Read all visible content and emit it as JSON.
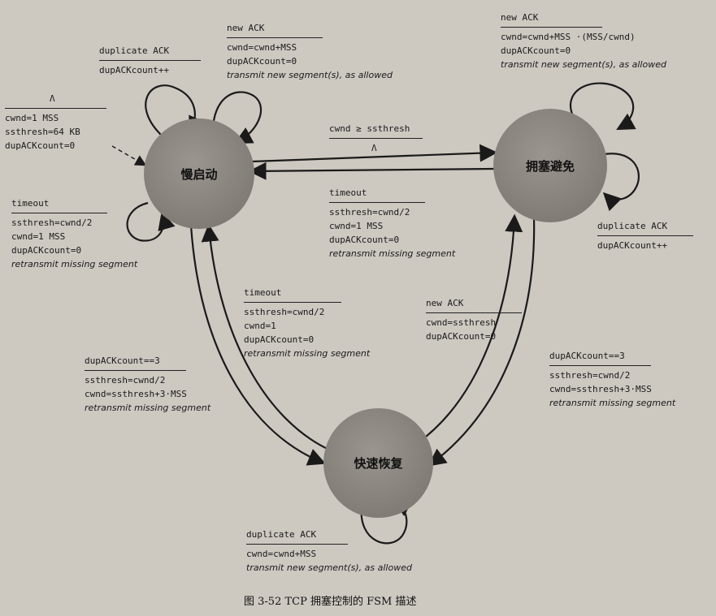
{
  "states": {
    "slow_start": "慢启动",
    "congestion_avoidance": "拥塞避免",
    "fast_recovery": "快速恢复"
  },
  "initial": {
    "event": "Λ",
    "actions": [
      "cwnd=1 MSS",
      "ssthresh=64 KB",
      "dupACKcount=0"
    ]
  },
  "ss_dup_ack": {
    "event": "duplicate ACK",
    "actions": [
      "dupACKcount++"
    ]
  },
  "ss_new_ack": {
    "event": "new ACK",
    "actions": [
      "cwnd=cwnd+MSS",
      "dupACKcount=0"
    ],
    "note": "transmit new segment(s), as allowed"
  },
  "ss_timeout": {
    "event": "timeout",
    "actions": [
      "ssthresh=cwnd/2",
      "cwnd=1 MSS",
      "dupACKcount=0"
    ],
    "note": "retransmit missing segment"
  },
  "ss_to_ca": {
    "event": "cwnd ≥ ssthresh",
    "action": "Λ"
  },
  "ca_to_ss_timeout": {
    "event": "timeout",
    "actions": [
      "ssthresh=cwnd/2",
      "cwnd=1 MSS",
      "dupACKcount=0"
    ],
    "note": "retransmit missing segment"
  },
  "ca_new_ack": {
    "event": "new ACK",
    "actions": [
      "cwnd=cwnd+MSS ·(MSS/cwnd)",
      "dupACKcount=0"
    ],
    "note": "transmit new segment(s), as allowed"
  },
  "ca_dup_ack": {
    "event": "duplicate ACK",
    "actions": [
      "dupACKcount++"
    ]
  },
  "fr_to_ss_timeout": {
    "event": "timeout",
    "actions": [
      "ssthresh=cwnd/2",
      "cwnd=1",
      "dupACKcount=0"
    ],
    "note": "retransmit missing segment"
  },
  "fr_to_ca_new_ack": {
    "event": "new ACK",
    "actions": [
      "cwnd=ssthresh",
      "dupACKcount=0"
    ]
  },
  "ss_to_fr_dup3": {
    "event": "dupACKcount==3",
    "actions": [
      "ssthresh=cwnd/2",
      "cwnd=ssthresh+3·MSS"
    ],
    "note": "retransmit missing segment"
  },
  "ca_to_fr_dup3": {
    "event": "dupACKcount==3",
    "actions": [
      "ssthresh=cwnd/2",
      "cwnd=ssthresh+3·MSS"
    ],
    "note": "retransmit missing segment"
  },
  "fr_dup_ack": {
    "event": "duplicate ACK",
    "actions": [
      "cwnd=cwnd+MSS"
    ],
    "note": "transmit new segment(s), as allowed"
  },
  "caption": "图 3-52   TCP 拥塞控制的 FSM 描述"
}
